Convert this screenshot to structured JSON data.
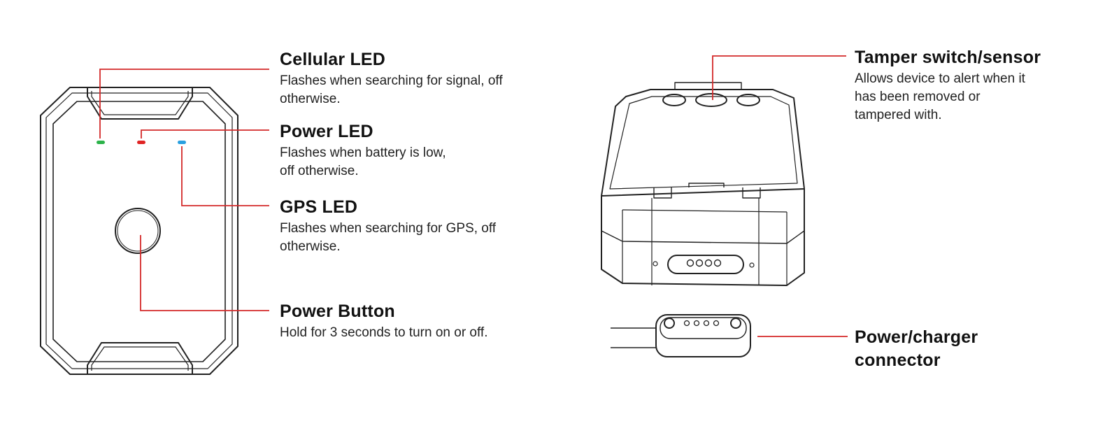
{
  "colors": {
    "line": "#222222",
    "leader": "#d42a2a",
    "led_cellular": "#2cb34a",
    "led_power": "#e02424",
    "led_gps": "#2aa0e0"
  },
  "callouts": {
    "cellular_led": {
      "title": "Cellular LED",
      "desc": "Flashes when searching for signal, off\notherwise."
    },
    "power_led": {
      "title": "Power LED",
      "desc": "Flashes when battery is low,\noff otherwise."
    },
    "gps_led": {
      "title": "GPS LED",
      "desc": "Flashes when searching for GPS, off\notherwise."
    },
    "power_button": {
      "title": "Power Button",
      "desc": "Hold for 3 seconds to turn on or off."
    },
    "tamper": {
      "title": "Tamper switch/sensor",
      "desc": "Allows device to alert when it\nhas been removed or\ntampered with."
    },
    "connector": {
      "title": "Power/charger\nconnector"
    }
  }
}
